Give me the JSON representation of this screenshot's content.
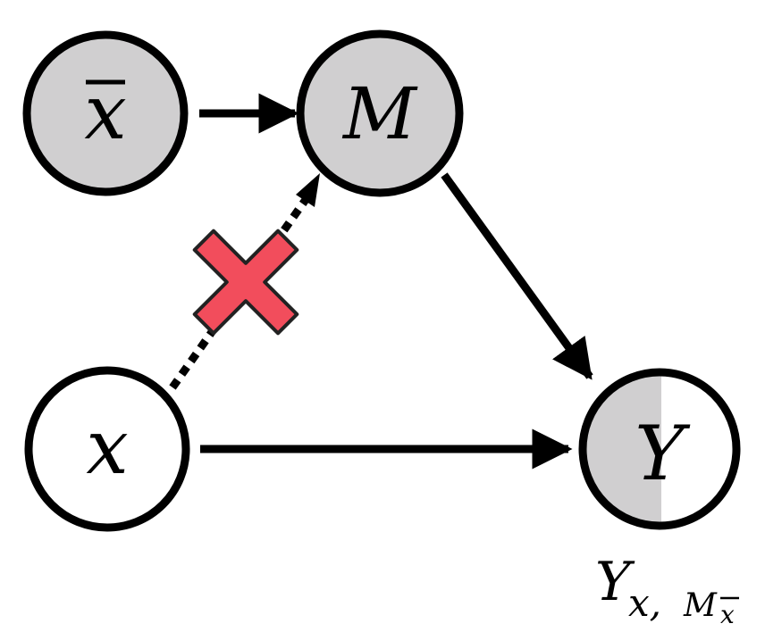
{
  "nodes": {
    "xbar": {
      "label": "x",
      "fill": "#d0cfd0"
    },
    "M": {
      "label": "M",
      "fill": "#d0cfd0"
    },
    "x": {
      "label": "x",
      "fill": "#ffffff"
    },
    "Y": {
      "label": "Y",
      "fill_left": "#d0cfd0",
      "fill_right": "#ffffff"
    }
  },
  "annotation": {
    "base": "Y",
    "subscript_x": "x,",
    "subscript_M": "M",
    "subscript_xbar": "x"
  },
  "colors": {
    "stroke": "#000000",
    "cross_fill": "#f24d5c",
    "cross_stroke": "#222222"
  },
  "edges": [
    {
      "from": "xbar",
      "to": "M",
      "style": "solid"
    },
    {
      "from": "M",
      "to": "Y",
      "style": "solid"
    },
    {
      "from": "x",
      "to": "Y",
      "style": "solid"
    },
    {
      "from": "x",
      "to": "M",
      "style": "dotted",
      "blocked": true
    }
  ]
}
